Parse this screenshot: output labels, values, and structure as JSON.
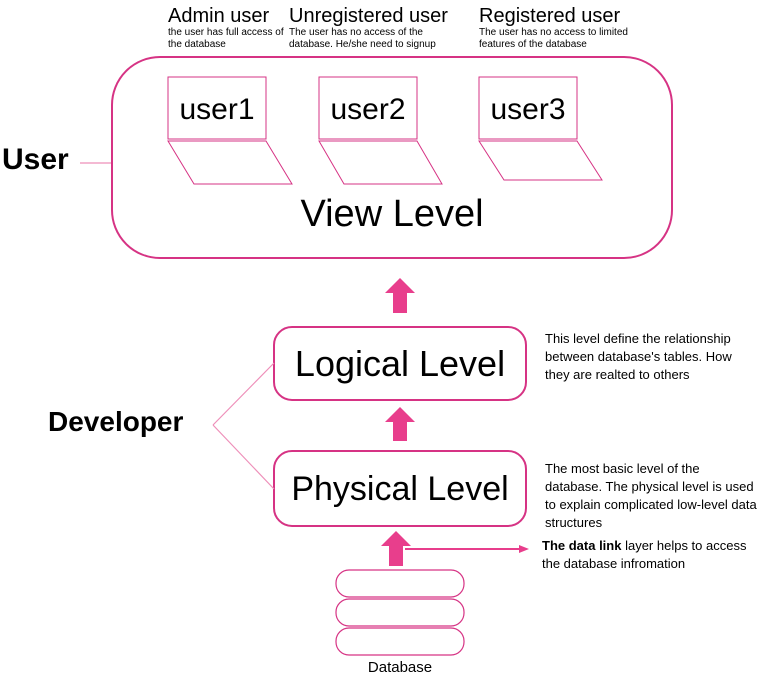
{
  "roles": {
    "user": "User",
    "developer": "Developer"
  },
  "user_types": [
    {
      "title": "Admin user",
      "description": "the user has full access of the database"
    },
    {
      "title": "Unregistered user",
      "description": "The user has no access of the database. He/she need to signup"
    },
    {
      "title": "Registered user",
      "description": "The user has no access to limited features of the database"
    }
  ],
  "laptops": [
    "user1",
    "user2",
    "user3"
  ],
  "levels": {
    "view": "View Level",
    "logical": "Logical Level",
    "physical": "Physical Level"
  },
  "notes": {
    "logical": "This level define the relationship between database's tables. How they are realted to others",
    "physical": "The most basic level of the database. The physical level is used to explain complicated low-level data structures",
    "data_link_bold": "The data link",
    "data_link_rest": " layer helps to access the database infromation"
  },
  "database_label": "Database",
  "colors": {
    "accent": "#e83e8c",
    "stroke": "#d63384",
    "light_stroke": "#ee8fb9"
  }
}
